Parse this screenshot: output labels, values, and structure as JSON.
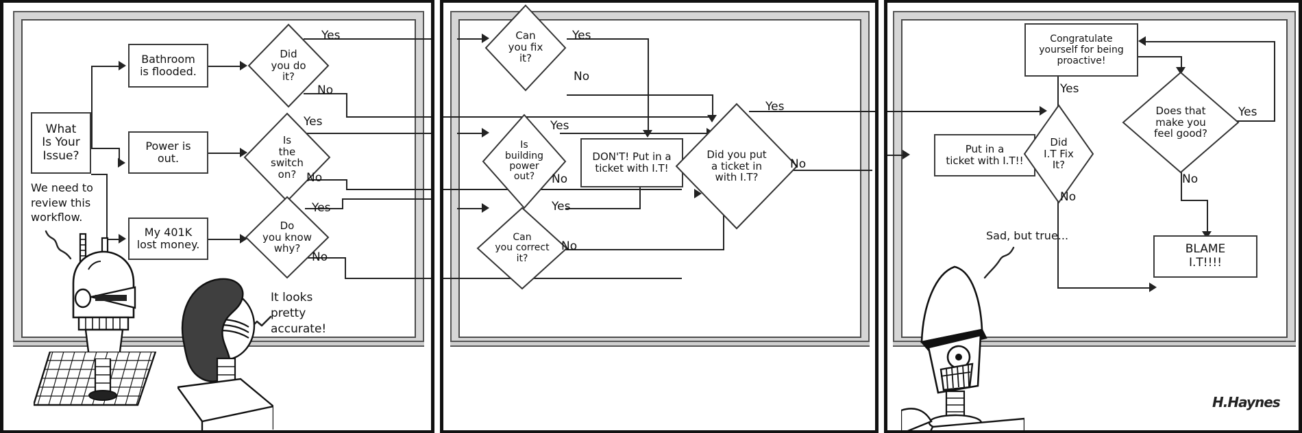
{
  "comic": {
    "signature": "H.Haynes",
    "panels": [
      {
        "id": "panel-1",
        "nodes": {
          "start": "What\nIs Your\nIssue?",
          "issue_bathroom": "Bathroom\nis flooded.",
          "issue_power": "Power is\nout.",
          "issue_401k": "My 401K\nlost money.",
          "decision_did_you_do_it": "Did\nyou do\nit?",
          "decision_switch_on": "Is\nthe\nswitch\non?",
          "decision_know_why": "Do\nyou know\nwhy?"
        },
        "edge_labels": {
          "did_you_do_it_yes": "Yes",
          "did_you_do_it_no": "No",
          "switch_on_yes": "Yes",
          "switch_on_no": "No",
          "know_why_yes": "Yes",
          "know_why_no": "No"
        },
        "speech": {
          "robot_antenna": "We need to\nreview this\nworkflow.",
          "dark_hair_character": "It looks\npretty\naccurate!"
        }
      },
      {
        "id": "panel-2",
        "nodes": {
          "decision_can_you_fix": "Can\nyou fix\nit?",
          "decision_building_power": "Is\nbuilding\npower\nout?",
          "decision_can_you_correct": "Can\nyou correct\nit?",
          "action_dont_put_ticket": "DON'T! Put in a\nticket with I.T!",
          "decision_did_you_put_ticket": "Did you put\na ticket in\nwith I.T?"
        },
        "edge_labels": {
          "can_you_fix_yes": "Yes",
          "can_you_fix_no": "No",
          "building_power_yes": "Yes",
          "building_power_no": "No",
          "can_you_correct_yes": "Yes",
          "can_you_correct_no": "No",
          "did_you_put_ticket_yes": "Yes",
          "did_you_put_ticket_no": "No"
        }
      },
      {
        "id": "panel-3",
        "nodes": {
          "action_put_ticket": "Put in a\nticket with I.T!!",
          "decision_did_it_fix": "Did\nI.T Fix\nIt?",
          "result_congratulate": "Congratulate\nyourself for being\nproactive!",
          "decision_feel_good": "Does that\nmake you\nfeel good?",
          "result_blame": "BLAME\nI.T!!!!"
        },
        "edge_labels": {
          "did_it_fix_yes": "Yes",
          "did_it_fix_no": "No",
          "feel_good_yes": "Yes",
          "feel_good_no": "No"
        },
        "speech": {
          "robot_cone": "Sad, but true..."
        }
      }
    ]
  },
  "colors": {
    "ink": "#111111",
    "line": "#222222",
    "board_frame": "#d6d6d6",
    "board_edge": "#4a4a4a",
    "paper": "#ffffff",
    "hair": "#3f3f3f"
  }
}
